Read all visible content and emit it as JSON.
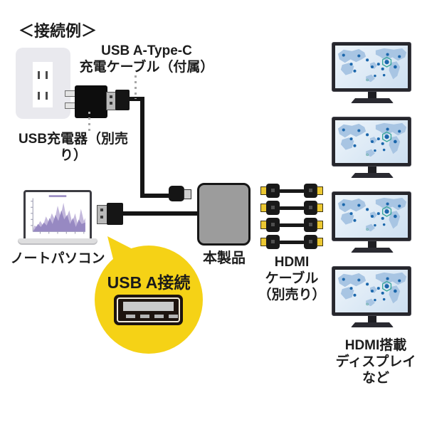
{
  "title": "＜接続例＞",
  "labels": {
    "charge_cable": [
      "USB A-Type-C",
      "充電ケーブル（付属）"
    ],
    "charger": "USB充電器（別売り）",
    "laptop": "ノートパソコン",
    "product": "本製品",
    "bubble": "USB A接続",
    "hdmi_cable": [
      "HDMI",
      "ケーブル",
      "（別売り）"
    ],
    "displays": [
      "HDMI搭載",
      "ディスプレイ",
      "など"
    ]
  },
  "counts": {
    "hdmi_cables": 4,
    "displays": 4
  },
  "colors": {
    "bubble_yellow": "#f5d216",
    "product_gray": "#9c9c9c",
    "hdmi_tip_yellow": "#ecc832",
    "monitor_screen_blue": "#d9e7f4",
    "map_land_blue": "#a8c5e3",
    "map_dot_blue": "#1b67ac",
    "map_highlight_teal": "#3aa89d",
    "laptop_chart_purple": "#8f80bd",
    "cable_black": "#151515"
  }
}
